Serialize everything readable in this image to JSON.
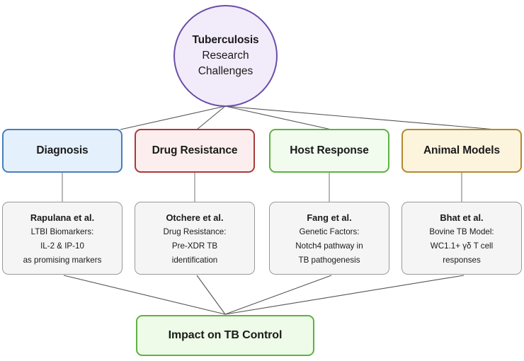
{
  "root": {
    "line1": "Tuberculosis",
    "line2": "Research",
    "line3": "Challenges"
  },
  "categories": [
    {
      "label": "Diagnosis",
      "color": "#4a7ebb",
      "fill": "#e4f0fb"
    },
    {
      "label": "Drug Resistance",
      "color": "#a83a3a",
      "fill": "#fceeee"
    },
    {
      "label": "Host Response",
      "color": "#5eb142",
      "fill": "#f1fbee"
    },
    {
      "label": "Animal Models",
      "color": "#b08a2e",
      "fill": "#fdf4dd"
    }
  ],
  "details": [
    {
      "title": "Rapulana et al.",
      "line1": "LTBI Biomarkers:",
      "line2": "IL-2 & IP-10",
      "line3": "as promising markers"
    },
    {
      "title": "Otchere et al.",
      "line1": "Drug Resistance:",
      "line2": "Pre-XDR TB",
      "line3": "identification"
    },
    {
      "title": "Fang et al.",
      "line1": "Genetic Factors:",
      "line2": "Notch4 pathway in",
      "line3": "TB pathogenesis"
    },
    {
      "title": "Bhat et al.",
      "line1": "Bovine TB Model:",
      "line2": "WC1.1+ γδ T cell",
      "line3": "responses"
    }
  ],
  "impact": {
    "label": "Impact on TB Control"
  },
  "edge_color": "#555555"
}
